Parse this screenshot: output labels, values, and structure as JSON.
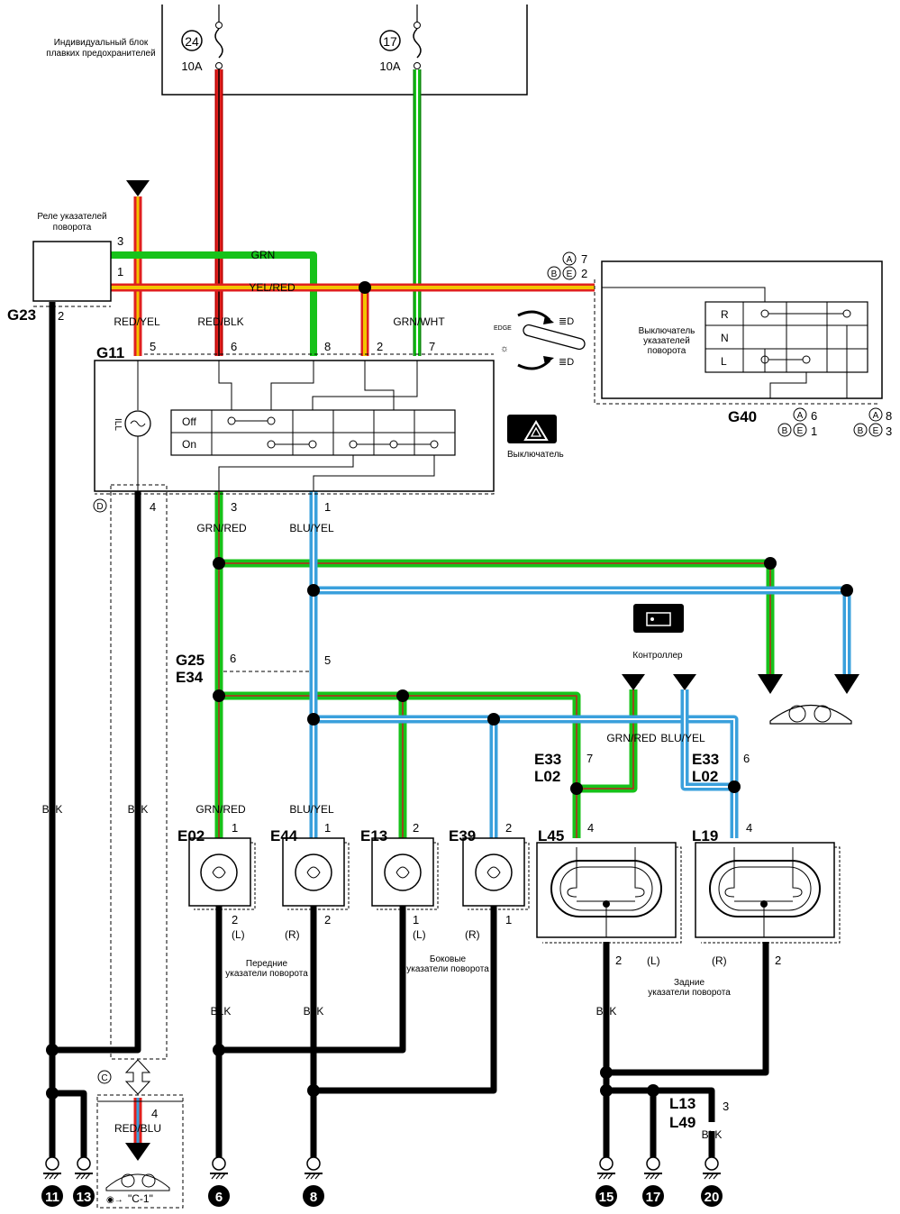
{
  "fuse_box": {
    "title_line1": "Индивидуальный блок",
    "title_line2": "плавких предохранителей",
    "fuses": [
      {
        "number": "24",
        "rating": "10A"
      },
      {
        "number": "17",
        "rating": "10A"
      }
    ]
  },
  "relay": {
    "line1": "Реле указателей",
    "line2": "поворота",
    "code": "G23",
    "pins": [
      "3",
      "1",
      "2"
    ]
  },
  "hazard_switch": {
    "code": "G11",
    "pins_top": [
      "5",
      "6",
      "8",
      "2",
      "7"
    ],
    "pins_bottom": [
      "4",
      "3",
      "1"
    ],
    "rows": [
      "Off",
      "On"
    ],
    "caption": "Выключатель",
    "icon_text": "Haz",
    "lamp_label": "ILL"
  },
  "turn_switch": {
    "line1": "Выключатель",
    "line2": "указателей",
    "line3": "поворота",
    "rows": [
      "R",
      "N",
      "L"
    ],
    "code": "G40",
    "connector_top": {
      "a_pin": "7",
      "be_pin": "2"
    },
    "connector_left": {
      "a_pin": "6",
      "be_pin": "1"
    },
    "connector_right": {
      "a_pin": "8",
      "be_pin": "3"
    },
    "marks": {
      "a": "A",
      "b": "B",
      "e": "E"
    },
    "stalk_labels": [
      "EDGE"
    ]
  },
  "wire_labels": {
    "red_yel": "RED/YEL",
    "red_blk": "RED/BLK",
    "grn": "GRN",
    "yel_red": "YEL/RED",
    "grn_wht": "GRN/WHT",
    "grn_red": "GRN/RED",
    "blu_yel": "BLU/YEL",
    "blk": "BLK",
    "red_blu": "RED/BLU"
  },
  "connectors": {
    "g25": "G25",
    "e34": "E34",
    "g25_pins": [
      "6",
      "5"
    ],
    "e33_left": {
      "code1": "E33",
      "code2": "L02",
      "pin": "7"
    },
    "e33_right": {
      "code1": "E33",
      "code2": "L02",
      "pin": "6"
    },
    "l13": {
      "code1": "L13",
      "code2": "L49",
      "pin": "3"
    },
    "c_mark": "C",
    "d_mark": "D",
    "c_pin": "4"
  },
  "controller": {
    "label": "Контроллер",
    "icon_text": "BL",
    "pins": [
      "GR",
      "BY"
    ]
  },
  "meter_pins": [
    "GR",
    "BY",
    "RY",
    "RB"
  ],
  "meter_note": "\"C-1\"",
  "lamps": [
    {
      "code": "E02",
      "pin_top": "1",
      "pin_bot": "2",
      "side": "(L)"
    },
    {
      "code": "E44",
      "pin_top": "1",
      "pin_bot": "2",
      "side": "(R)"
    },
    {
      "code": "E13",
      "pin_top": "2",
      "pin_bot": "1",
      "side": "(L)"
    },
    {
      "code": "E39",
      "pin_top": "2",
      "pin_bot": "1",
      "side": "(R)"
    },
    {
      "code": "L45",
      "pin_top": "4",
      "pin_bot": "2",
      "side": "(L)"
    },
    {
      "code": "L19",
      "pin_top": "4",
      "pin_bot": "2",
      "side": "(R)"
    }
  ],
  "captions": {
    "front_1": "Передние",
    "front_2": "указатели поворота",
    "side_1": "Боковые",
    "side_2": "указатели поворота",
    "rear_1": "Задние",
    "rear_2": "указатели поворота"
  },
  "grounds": [
    "11",
    "13",
    "6",
    "8",
    "15",
    "17",
    "20"
  ],
  "colors": {
    "green": "#17c21a",
    "blue": "#3aa0dc",
    "red": "#e0201e",
    "yellow": "#f2c400",
    "black": "#000000"
  }
}
